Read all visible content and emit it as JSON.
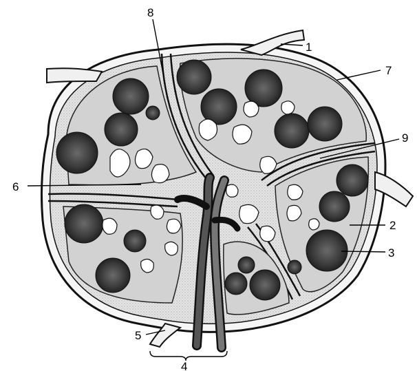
{
  "figure": {
    "colors": {
      "ink": "#111111",
      "parenchyma": "#d9d9d9",
      "follicle": "#3a3a3a",
      "paper": "#ffffff"
    },
    "labels": {
      "l1": "1",
      "l2": "2",
      "l3": "3",
      "l4": "4",
      "l5": "5",
      "l6": "6",
      "l7": "7",
      "l8": "8",
      "l9": "9"
    }
  }
}
